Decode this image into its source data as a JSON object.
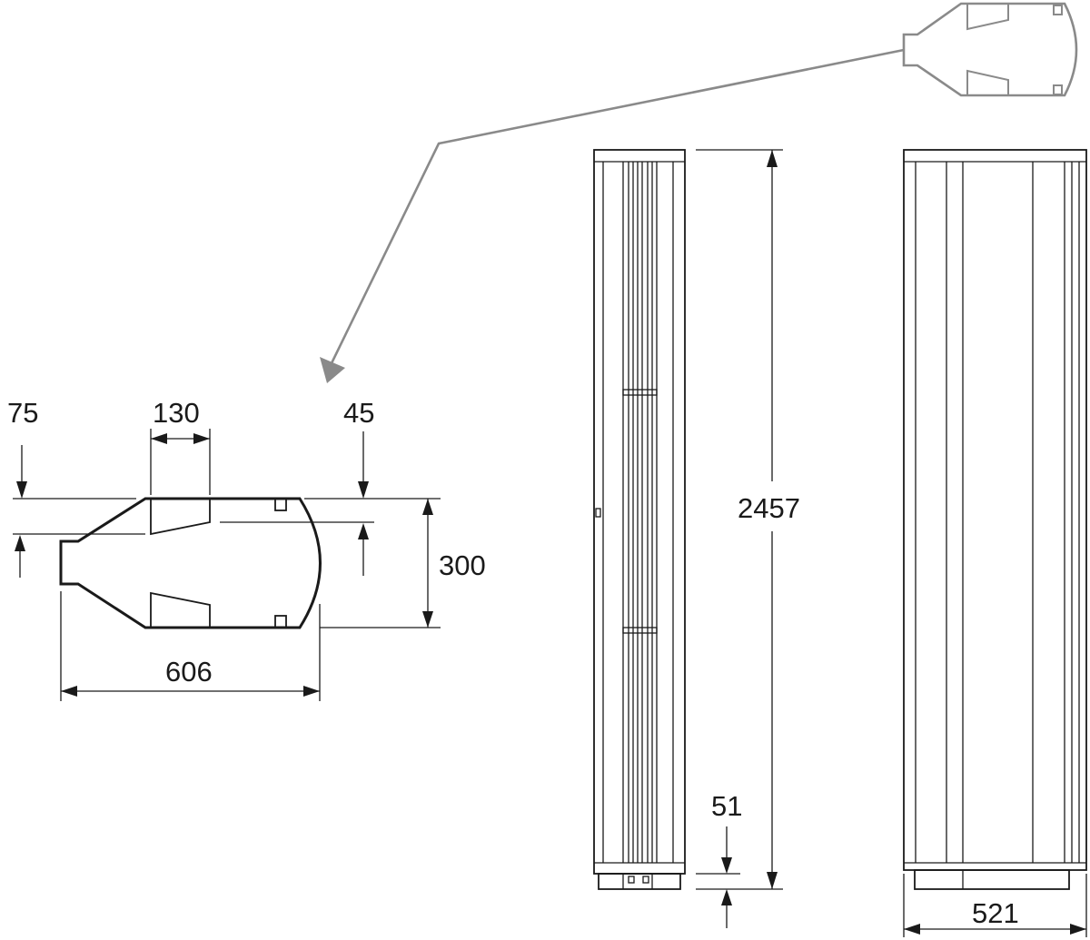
{
  "dimensions": {
    "d75": "75",
    "d130": "130",
    "d45": "45",
    "d300": "300",
    "d606": "606",
    "d2457": "2457",
    "d51": "51",
    "d521": "521"
  },
  "colors": {
    "line": "#1a1a1a",
    "detail_callout": "#8a8a8a",
    "background": "#ffffff"
  }
}
